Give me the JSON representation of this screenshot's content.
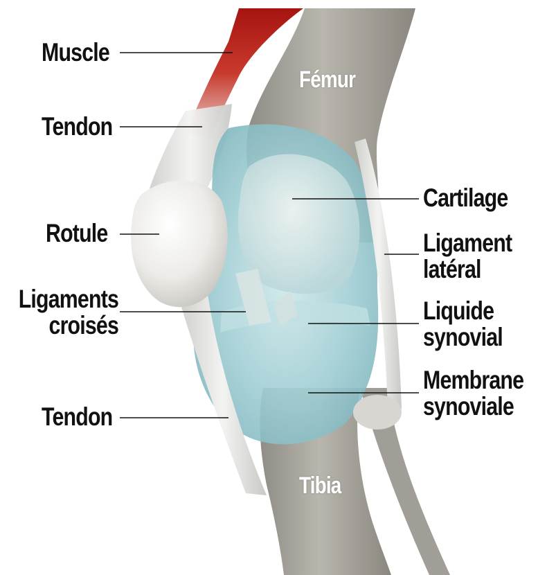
{
  "labels": {
    "muscle": "Muscle",
    "tendon_top": "Tendon",
    "rotule": "Rotule",
    "ligaments_croises": [
      "Ligaments",
      "croisés"
    ],
    "tendon_bottom": "Tendon",
    "cartilage": "Cartilage",
    "ligament_lateral": [
      "Ligament",
      "latéral"
    ],
    "liquide_synovial": [
      "Liquide",
      "synovial"
    ],
    "membrane_synoviale": [
      "Membrane",
      "synoviale"
    ],
    "femur": "Fémur",
    "tibia": "Tibia"
  },
  "colors": {
    "muscle": "#b5201a",
    "bone": "#a8a59e",
    "synovial": "#8fc7cf",
    "cartilage": "#e9ecea",
    "ligament": "#e2e2e0",
    "text": "#111111"
  }
}
